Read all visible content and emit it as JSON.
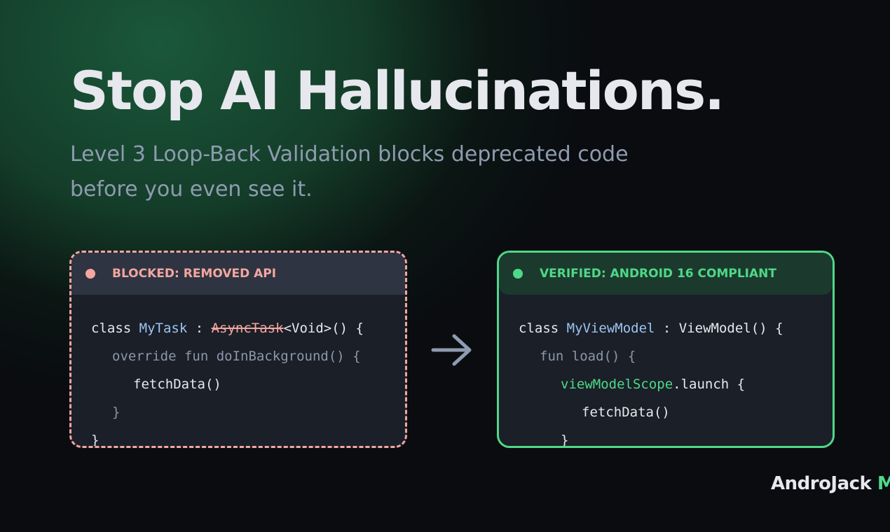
{
  "headline": "Stop AI Hallucinations.",
  "subtitle": "Level 3 Loop-Back Validation blocks deprecated code before you even see it.",
  "blocked_card": {
    "status": "BLOCKED: REMOVED API",
    "lines": [
      {
        "indent": 0,
        "tokens": [
          {
            "text": "class ",
            "style": "plain"
          },
          {
            "text": "MyTask",
            "style": "type"
          },
          {
            "text": " : ",
            "style": "plain"
          },
          {
            "text": "AsyncTask",
            "style": "strike"
          },
          {
            "text": "<Void>() {",
            "style": "plain"
          }
        ]
      },
      {
        "indent": 1,
        "tokens": [
          {
            "text": "override fun doInBackground() {",
            "style": "dim"
          }
        ]
      },
      {
        "indent": 2,
        "tokens": [
          {
            "text": "fetchData()",
            "style": "plain"
          }
        ]
      },
      {
        "indent": 1,
        "tokens": [
          {
            "text": "}",
            "style": "dim"
          }
        ]
      },
      {
        "indent": 0,
        "tokens": [
          {
            "text": "}",
            "style": "plain"
          }
        ]
      }
    ]
  },
  "verified_card": {
    "status": "VERIFIED: ANDROID 16 COMPLIANT",
    "lines": [
      {
        "indent": 0,
        "tokens": [
          {
            "text": "class ",
            "style": "plain"
          },
          {
            "text": "MyViewModel",
            "style": "type"
          },
          {
            "text": " : ViewModel() {",
            "style": "plain"
          }
        ]
      },
      {
        "indent": 1,
        "tokens": [
          {
            "text": "fun load() {",
            "style": "dim"
          }
        ]
      },
      {
        "indent": 2,
        "tokens": [
          {
            "text": "viewModelScope",
            "style": "green"
          },
          {
            "text": ".launch {",
            "style": "plain"
          }
        ]
      },
      {
        "indent": 3,
        "tokens": [
          {
            "text": "fetchData()",
            "style": "plain"
          }
        ]
      },
      {
        "indent": 2,
        "tokens": [
          {
            "text": "}",
            "style": "plain"
          }
        ]
      }
    ]
  },
  "arrow_icon": "arrow-right-icon",
  "brand": {
    "name": "AndroJack",
    "accent": "M"
  },
  "colors": {
    "blocked": "#f4a6a0",
    "verified": "#4fd887",
    "type": "#9ec3f0",
    "dim": "#8c97aa"
  }
}
